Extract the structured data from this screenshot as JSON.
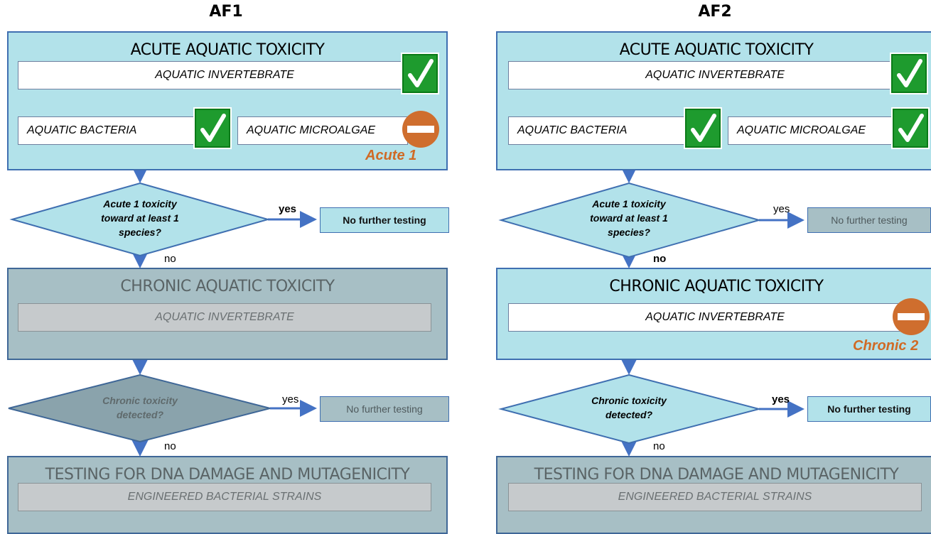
{
  "af1": {
    "title": "AF1",
    "acute": {
      "title": "ACUTE AQUATIC TOXICITY",
      "invertebrate": "AQUATIC INVERTEBRATE",
      "bacteria": "AQUATIC BACTERIA",
      "microalgae": "AQUATIC MICROALGAE",
      "flag": "Acute 1"
    },
    "decision1": {
      "line1": "Acute 1 toxicity",
      "line2": "toward at least 1",
      "line3": "species?",
      "yes": "yes",
      "no": "no",
      "result": "No further testing"
    },
    "chronic": {
      "title": "CHRONIC AQUATIC TOXICITY",
      "invertebrate": "AQUATIC INVERTEBRATE"
    },
    "decision2": {
      "line1": "Chronic toxicity",
      "line2": "detected?",
      "yes": "yes",
      "no": "no",
      "result": "No further testing"
    },
    "dna": {
      "title": "TESTING FOR DNA DAMAGE AND MUTAGENICITY",
      "strains": "ENGINEERED BACTERIAL STRAINS"
    }
  },
  "af2": {
    "title": "AF2",
    "acute": {
      "title": "ACUTE AQUATIC TOXICITY",
      "invertebrate": "AQUATIC INVERTEBRATE",
      "bacteria": "AQUATIC BACTERIA",
      "microalgae": "AQUATIC MICROALGAE"
    },
    "decision1": {
      "line1": "Acute 1 toxicity",
      "line2": "toward at least 1",
      "line3": "species?",
      "yes": "yes",
      "no": "no",
      "result": "No further testing"
    },
    "chronic": {
      "title": "CHRONIC AQUATIC TOXICITY",
      "invertebrate": "AQUATIC INVERTEBRATE",
      "flag": "Chronic 2"
    },
    "decision2": {
      "line1": "Chronic toxicity",
      "line2": "detected?",
      "yes": "yes",
      "no": "no",
      "result": "No further testing"
    },
    "dna": {
      "title": "TESTING FOR DNA DAMAGE AND MUTAGENICITY",
      "strains": "ENGINEERED BACTERIAL STRAINS"
    }
  },
  "colors": {
    "active_panel": "#b2e2ea",
    "inactive_panel": "#a7bfc5",
    "check_green": "#1e9b2e",
    "stop_orange": "#cf6e2e",
    "connector_blue": "#4472c4"
  },
  "icons": {
    "check": "check-mark-icon",
    "stop": "no-entry-icon"
  }
}
